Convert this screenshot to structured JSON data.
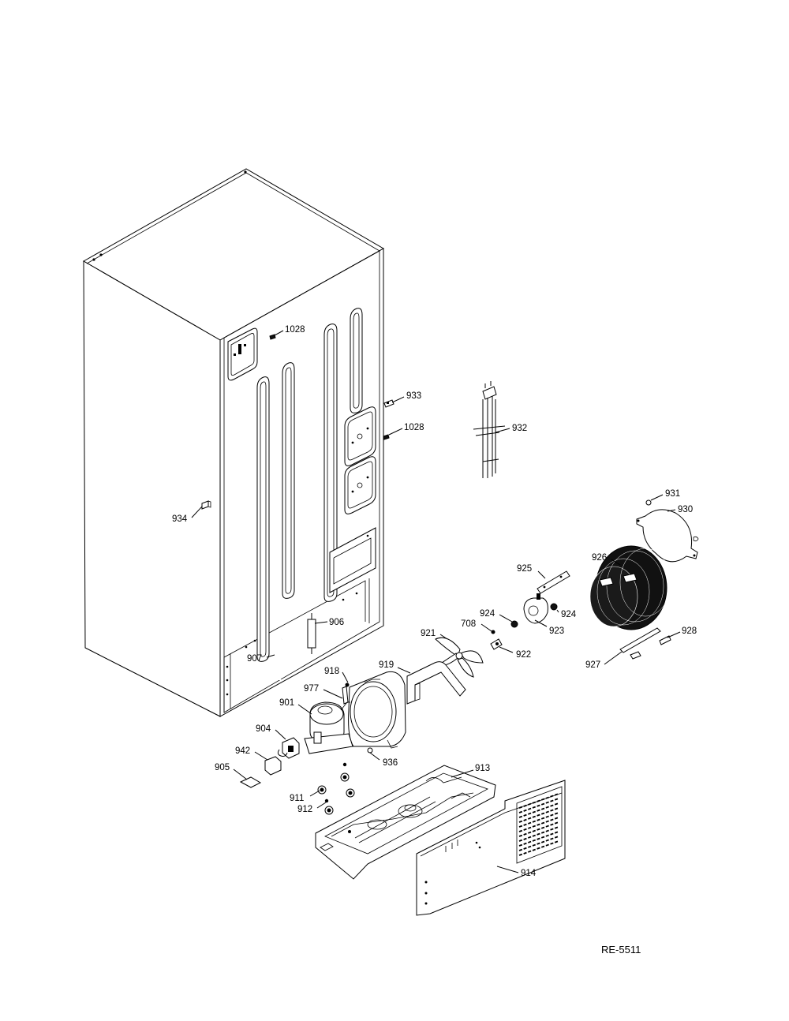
{
  "diagram": {
    "reference_code": "RE-5511",
    "callouts": [
      {
        "id": "c1028a",
        "text": "1028"
      },
      {
        "id": "c933",
        "text": "933"
      },
      {
        "id": "c1028b",
        "text": "1028"
      },
      {
        "id": "c932",
        "text": "932"
      },
      {
        "id": "c934",
        "text": "934"
      },
      {
        "id": "c931",
        "text": "931"
      },
      {
        "id": "c930",
        "text": "930"
      },
      {
        "id": "c926",
        "text": "926"
      },
      {
        "id": "c925",
        "text": "925"
      },
      {
        "id": "c924a",
        "text": "924"
      },
      {
        "id": "c924b",
        "text": "924"
      },
      {
        "id": "c708",
        "text": "708"
      },
      {
        "id": "c923",
        "text": "923"
      },
      {
        "id": "c921",
        "text": "921"
      },
      {
        "id": "c922",
        "text": "922"
      },
      {
        "id": "c928",
        "text": "928"
      },
      {
        "id": "c927",
        "text": "927"
      },
      {
        "id": "c906",
        "text": "906"
      },
      {
        "id": "c907",
        "text": "907"
      },
      {
        "id": "c919",
        "text": "919"
      },
      {
        "id": "c918",
        "text": "918"
      },
      {
        "id": "c977",
        "text": "977"
      },
      {
        "id": "c901",
        "text": "901"
      },
      {
        "id": "c904",
        "text": "904"
      },
      {
        "id": "c942",
        "text": "942"
      },
      {
        "id": "c936",
        "text": "936"
      },
      {
        "id": "c905",
        "text": "905"
      },
      {
        "id": "c913",
        "text": "913"
      },
      {
        "id": "c911",
        "text": "911"
      },
      {
        "id": "c912",
        "text": "912"
      },
      {
        "id": "c914",
        "text": "914"
      }
    ]
  }
}
